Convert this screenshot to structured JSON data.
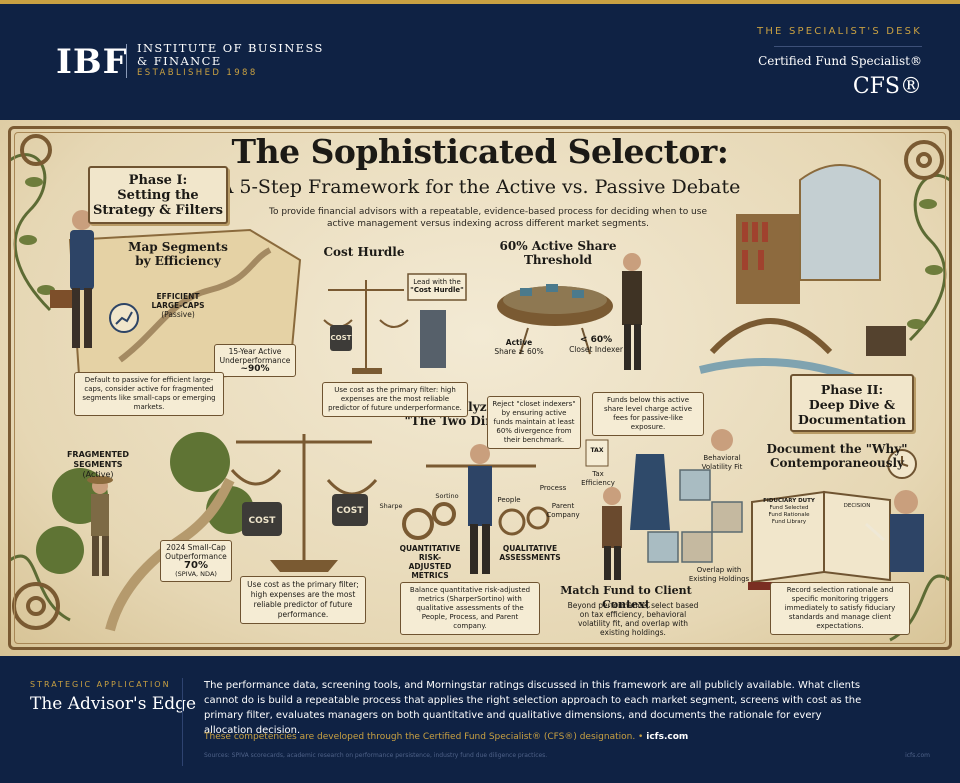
{
  "header": {
    "logo": "IBF",
    "institute_line1": "INSTITUTE OF BUSINESS",
    "institute_line2": "& FINANCE",
    "established": "ESTABLISHED 1988",
    "desk_label": "THE SPECIALIST'S DESK",
    "designation_full": "Certified Fund Specialist®",
    "designation_abbr": "CFS®"
  },
  "infographic": {
    "title": "The Sophisticated Selector:",
    "subtitle": "A 5-Step Framework for the Active vs. Passive Debate",
    "purpose": "To provide financial advisors with a repeatable, evidence-based process for deciding when to use active management versus indexing across different market segments.",
    "phase1": {
      "title_line1": "Phase I:",
      "title_line2": "Setting the",
      "title_line3": "Strategy & Filters"
    },
    "map_segments": {
      "heading_line1": "Map Segments",
      "heading_line2": "by Efficiency",
      "efficient_line1": "EFFICIENT",
      "efficient_line2": "LARGE-CAPS",
      "efficient_line3": "(Passive)",
      "underperf_line1": "15-Year Active",
      "underperf_line2": "Underperformance",
      "underperf_value": "~90%",
      "note": "Default to passive for efficient large-caps, consider active for fragmented segments like small-caps or emerging markets."
    },
    "cost_hurdle": {
      "heading": "Cost Hurdle",
      "sign_line1": "Lead with the",
      "sign_line2": "\"Cost Hurdle\"",
      "weight_label": "COST",
      "note": "Use cost as the primary filter: high expenses are the most reliable predictor of future underperformance."
    },
    "active_share": {
      "heading_line1": "60% Active Share",
      "heading_line2": "Threshold",
      "active_line1": "Active",
      "active_line2": "Share ≥ 60%",
      "closet_line1": "< 60%",
      "closet_line2": "Closet Indexer",
      "note_reject": "Reject \"closet indexers\" by ensuring active funds maintain at least 60% divergence from their benchmark.",
      "note_funds": "Funds below this active share level charge active fees for passive-like exposure."
    },
    "phase2": {
      "title_line1": "Phase II:",
      "title_line2": "Deep Dive &",
      "title_line3": "Documentation"
    },
    "fragmented": {
      "label_line1": "FRAGMENTED",
      "label_line2": "SEGMENTS",
      "label_line3": "(Active)",
      "sign_line1": "2024 Small-Cap",
      "sign_line2": "Outperformance",
      "sign_value": "70%",
      "sign_source": "(SPIVA, NDA)"
    },
    "scale_lower": {
      "weight_left": "COST",
      "weight_right": "COST",
      "note": "Use cost as the primary filter; high expenses are the most reliable predictor of future performance."
    },
    "two_dimensions": {
      "heading_line1": "Analyze via",
      "heading_line2": "\"The Two Dimensions\"",
      "gear_left_a": "Sharpe",
      "gear_left_b": "Sortino",
      "people": "People",
      "process": "Process",
      "parent_line1": "Parent",
      "parent_line2": "Company",
      "quant_line1": "QUANTITATIVE",
      "quant_line2": "RISK-ADJUSTED",
      "quant_line3": "METRICS",
      "qual_line1": "QUALITATIVE",
      "qual_line2": "ASSESSMENTS",
      "note": "Balance quantitative risk-adjusted metrics (SharperSortino) with qualitative assessments of the People, Process, and Parent company."
    },
    "match_fund": {
      "tax_tag": "TAX",
      "tax_line1": "Tax",
      "tax_line2": "Efficiency",
      "vol_line1": "Behavioral",
      "vol_line2": "Volatility Fit",
      "overlap_line1": "Overlap with",
      "overlap_line2": "Existing Holdings",
      "heading": "Match Fund to Client Context",
      "note": "Beyond performance, select based on tax efficiency, behavioral volatility fit, and overlap with existing holdings."
    },
    "document_why": {
      "heading_line1": "Document the \"Why\"",
      "heading_line2": "Contemporaneously",
      "book_line1": "FIDUCIARY DUTY",
      "book_line2": "Fund Selected",
      "book_line3": "Fund Rationale",
      "book_line4": "Fund Library",
      "book_right": "DECISION",
      "note": "Record selection rationale and specific monitoring triggers immediately to satisfy fiduciary standards and manage client expectations."
    }
  },
  "footer": {
    "strategic_label": "STRATEGIC APPLICATION",
    "edge_title": "The Advisor's Edge",
    "body": "The performance data, screening tools, and Morningstar ratings discussed in this framework are all publicly available. What clients cannot do is build a repeatable process that applies the right selection approach to each market segment, screens with cost as the primary filter, evaluates managers on both quantitative and qualitative dimensions, and documents the rationale for every allocation decision.",
    "cta_text": "These competencies are developed through the Certified Fund Specialist® (CFS®) designation. •",
    "cta_link": "icfs.com",
    "sources": "Sources: SPIVA scorecards, academic research on performance persistence, industry fund due diligence practices.",
    "url": "icfs.com"
  },
  "colors": {
    "navy": "#0f2244",
    "gold": "#c8a042",
    "parchment": "#e9ddc0",
    "ink": "#1c1a16"
  }
}
